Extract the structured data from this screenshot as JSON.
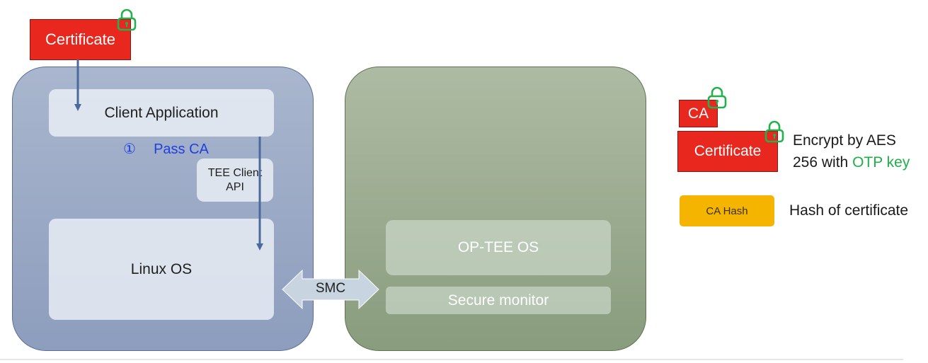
{
  "left_certificate": {
    "label": "Certificate"
  },
  "normal_world": {
    "client_application": "Client Application",
    "step_marker": "①",
    "step_label": "Pass CA",
    "tee_client_api_line1": "TEE Client",
    "tee_client_api_line2": "API",
    "linux_os": "Linux OS"
  },
  "smc": {
    "label": "SMC"
  },
  "secure_world": {
    "optee_os": "OP-TEE OS",
    "secure_monitor": "Secure monitor"
  },
  "legend": {
    "ca_label": "CA",
    "certificate_label": "Certificate",
    "encrypt_line1": "Encrypt by AES",
    "encrypt_line2_prefix": "256 with ",
    "encrypt_line2_key": "OTP key",
    "ca_hash_label": "CA Hash",
    "hash_description": "Hash of certificate"
  },
  "colors": {
    "red": "#e8271e",
    "yellow": "#f5b400",
    "lock_green": "#22b14c",
    "arrow_blue": "#4a6a9e",
    "step_blue": "#1f3fe0",
    "otp_green": "#1fae4a"
  },
  "icons": [
    "lock-icon",
    "down-arrow",
    "double-arrow"
  ]
}
